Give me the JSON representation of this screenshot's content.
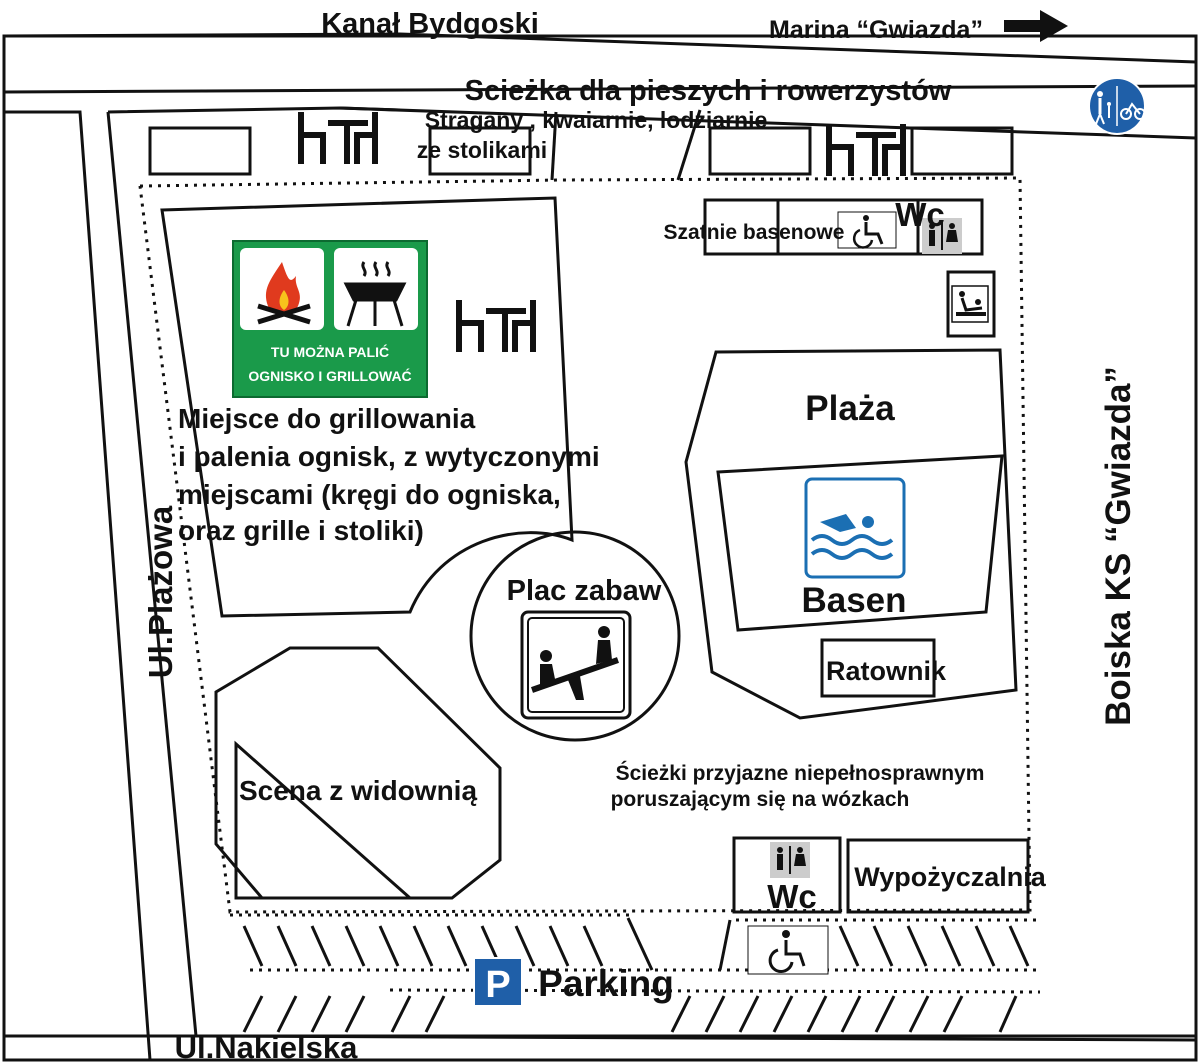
{
  "labels": {
    "canal": "Kanał Bydgoski",
    "marina": "Marina “Gwiazda”",
    "path": "Scieżka dla pieszych i rowerzystów",
    "stalls_line1": "Stragany , kwaiarnie, lodziarnie",
    "stalls_line2": "ze stolikami",
    "changing_rooms": "Szatnie basenowe",
    "wc_top": "Wc",
    "wc_bottom": "Wc",
    "beach": "Plaża",
    "pool": "Basen",
    "lifeguard": "Ratownik",
    "grill_area": [
      "Miejsce do grillowania",
      "i palenia ognisk, z wytyczonymi",
      "miejscami (kręgi do ogniska,",
      "oraz grille i stoliki)"
    ],
    "playground": "Plac zabaw",
    "stage": "Scena z widownią",
    "accessible_paths": [
      "Ścieżki przyjazne niepełnosprawnym",
      "poruszającym się na wózkach"
    ],
    "rental": "Wypożyczalnia",
    "parking": "Parking",
    "parking_letter": "P",
    "street_left": "Ul.Plażowa",
    "street_bottom": "Ul.Nakielska",
    "fields": "Boiska KS “Gwiazda”"
  },
  "fire_sign": {
    "line1": "TU MOŻNA PALIĆ",
    "line2": "OGNISKO I GRILLOWAĆ",
    "color": "#1a9a4a"
  },
  "colors": {
    "line": "#111111",
    "sign_blue": "#1f5fa8",
    "pool_blue": "#1b6fb3",
    "fire_red": "#e03a1e"
  }
}
